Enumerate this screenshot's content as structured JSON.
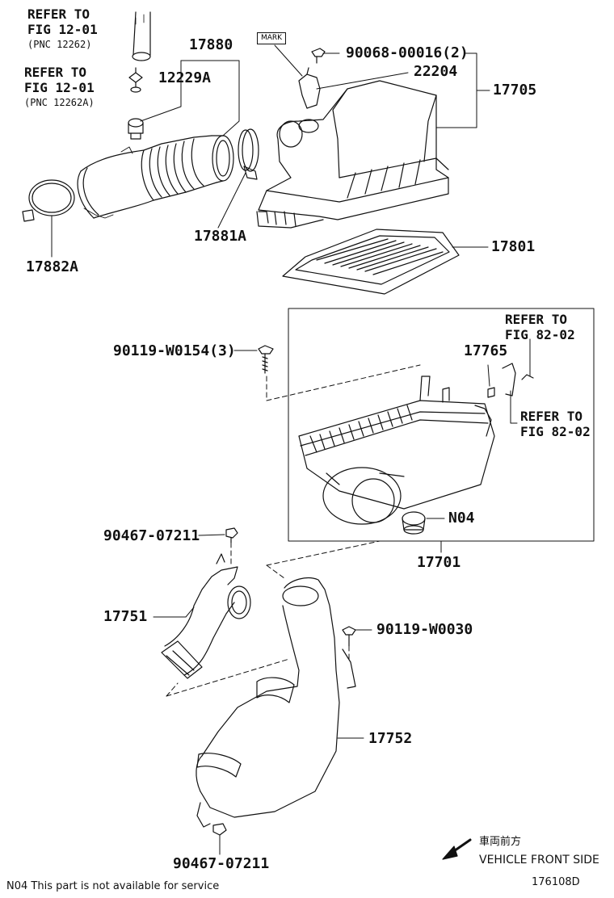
{
  "refs": {
    "fig_12_01_top": {
      "l1": "REFER TO",
      "l2": "FIG 12-01",
      "l3": "(PNC 12262)"
    },
    "fig_12_01_mid": {
      "l1": "REFER TO",
      "l2": "FIG 12-01",
      "l3": "(PNC 12262A)"
    },
    "fig_82_02_top": {
      "l1": "REFER TO",
      "l2": "FIG 82-02"
    },
    "fig_82_02_mid": {
      "l1": "REFER TO",
      "l2": "FIG 82-02"
    }
  },
  "mark": "MARK",
  "parts": {
    "p17880": "17880",
    "p12229A": "12229A",
    "p90068": "90068-00016(2)",
    "p22204": "22204",
    "p17705": "17705",
    "p17881A": "17881A",
    "p17882A": "17882A",
    "p17801": "17801",
    "p90119_w0154": "90119-W0154(3)",
    "p17765": "17765",
    "pN04": "N04",
    "p17701": "17701",
    "p90467_top": "90467-07211",
    "p17751": "17751",
    "p90119_w0030": "90119-W0030",
    "p17752": "17752",
    "p90467_bottom": "90467-07211"
  },
  "direction": {
    "jp": "車両前方",
    "en": "VEHICLE FRONT SIDE"
  },
  "footnote": "N04  This part is not available for service",
  "figure_id": "176108D"
}
